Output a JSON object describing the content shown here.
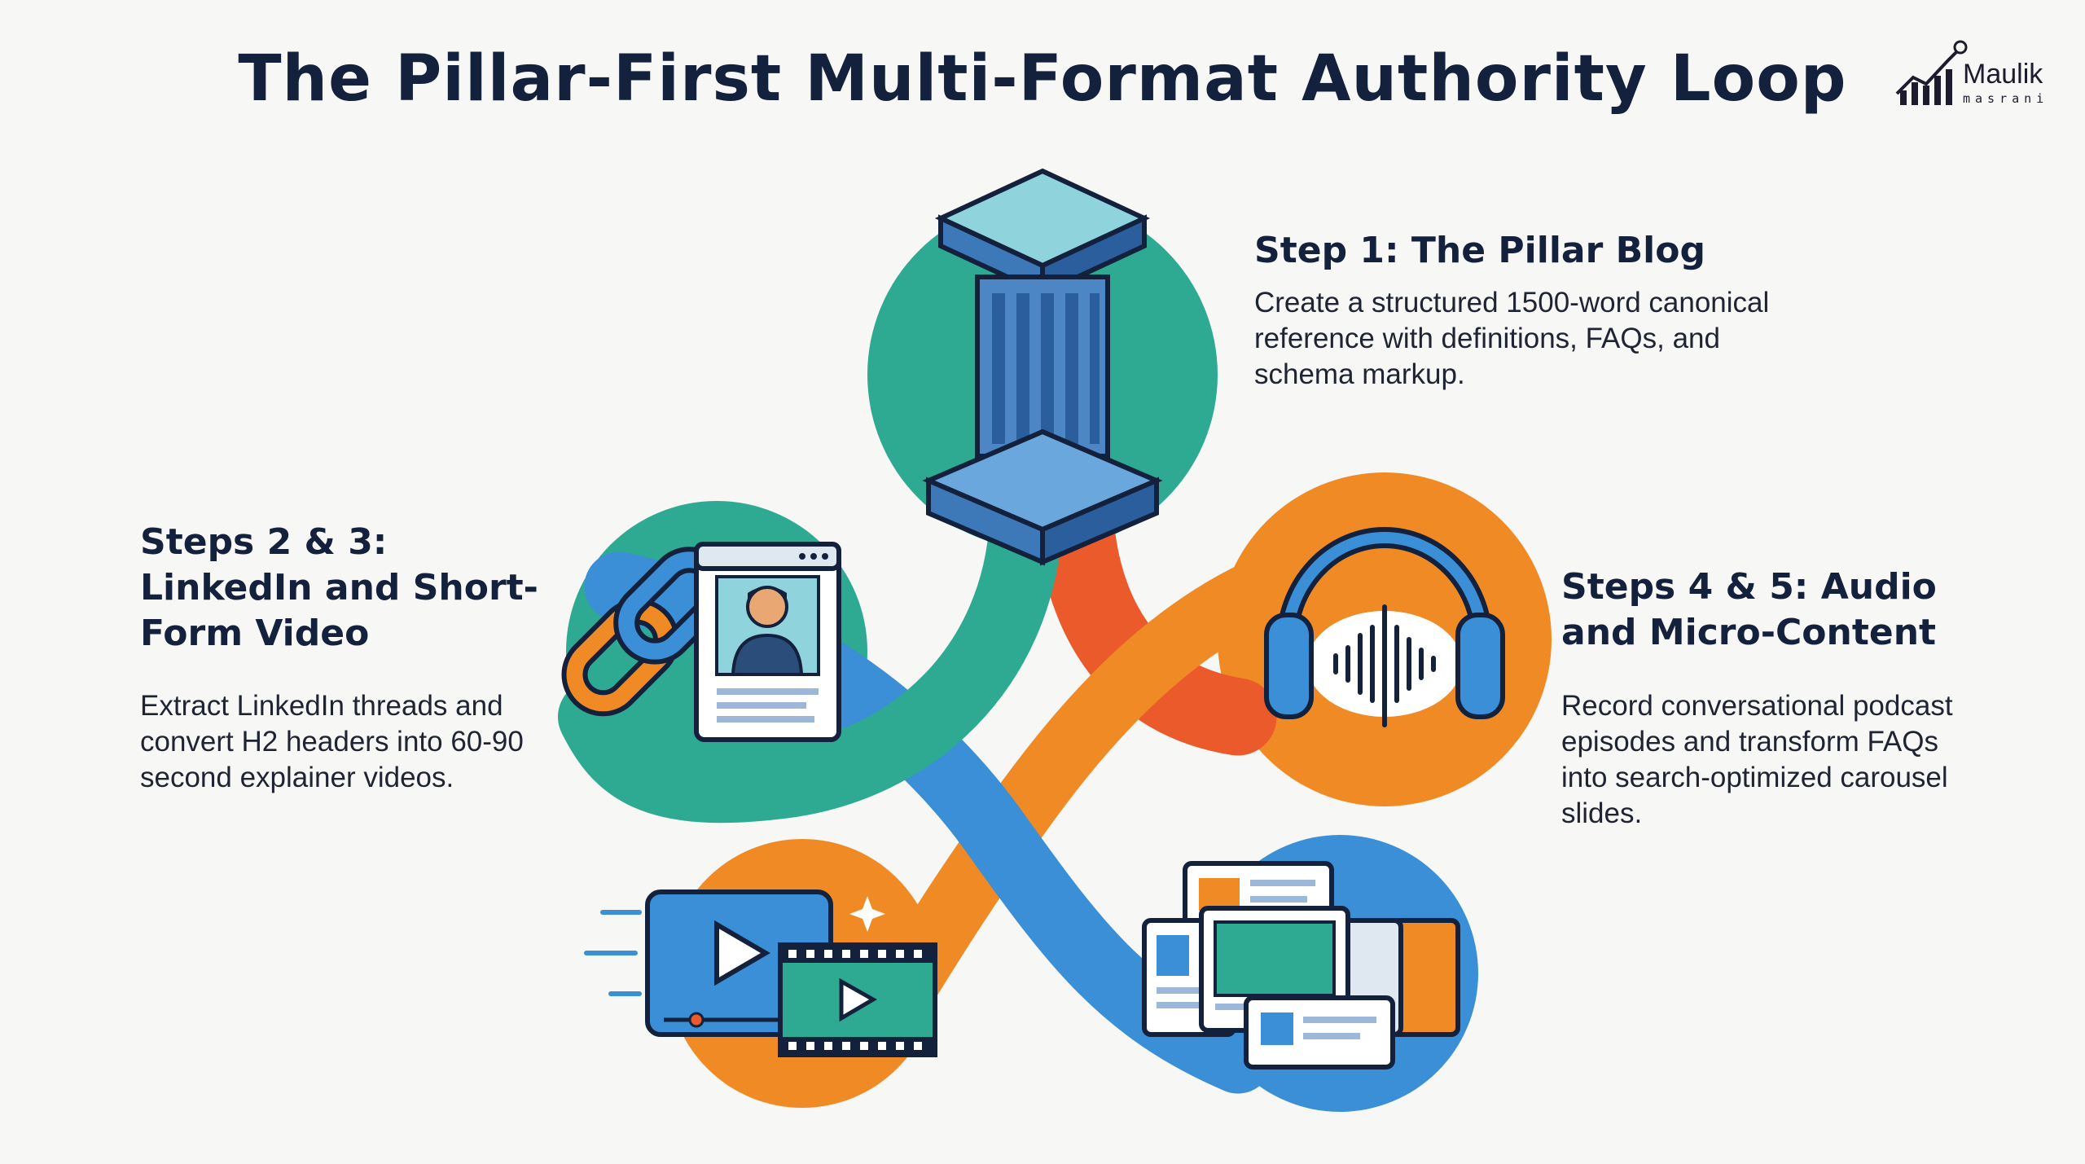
{
  "title": "The Pillar-First Multi-Format Authority Loop",
  "logo": {
    "name": "Maulik",
    "sub": "masrani"
  },
  "steps": {
    "step1": {
      "heading": "Step 1: The Pillar Blog",
      "description": "Create a structured 1500-word canonical reference with definitions, FAQs, and schema markup."
    },
    "step23": {
      "heading": "Steps 2 & 3: LinkedIn and Short-Form Video",
      "description": "Extract LinkedIn threads and convert H2 headers into 60-90 second explainer videos."
    },
    "step45": {
      "heading": "Steps 4 & 5: Audio and Micro-Content",
      "description": "Record conversational podcast episodes and transform FAQs into search-optimized carousel slides."
    }
  },
  "colors": {
    "teal": "#2eaa93",
    "orange": "#f08a24",
    "red_orange": "#ea5a2b",
    "blue": "#3a8fd6",
    "navy": "#14213d"
  },
  "icons": [
    "pillar-icon",
    "link-chain-icon",
    "profile-card-icon",
    "headphones-icon",
    "video-play-icon",
    "film-strip-icon",
    "carousel-slides-icon"
  ]
}
